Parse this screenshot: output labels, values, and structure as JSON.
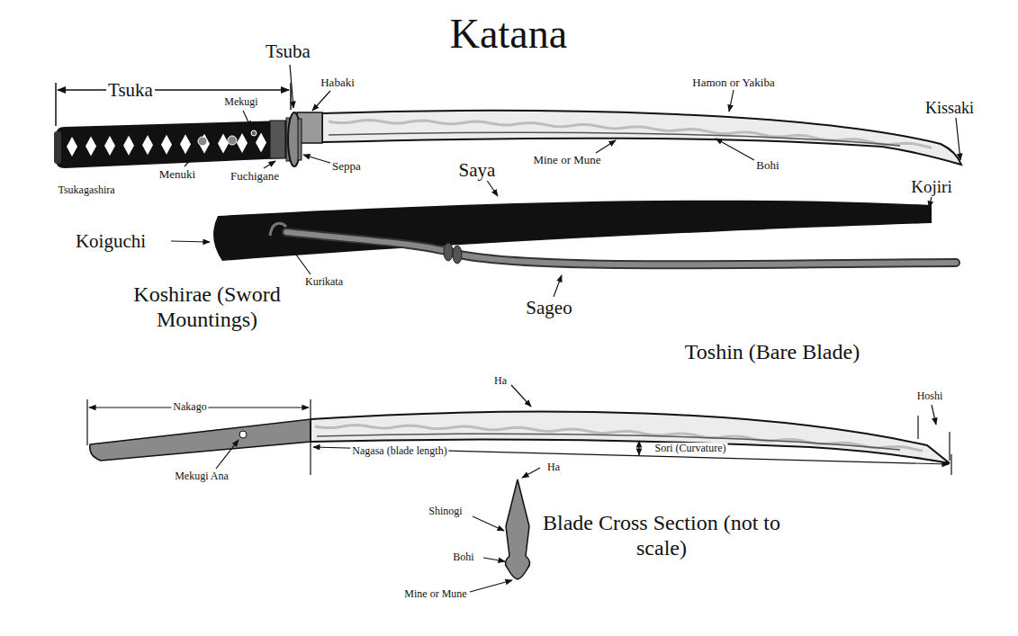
{
  "diagram": {
    "title": "Katana",
    "labels": [
      "Tsuka",
      "Tsuba",
      "Habaki",
      "Mekugi",
      "Hamon or Yakiba",
      "Kissaki",
      "Menuki",
      "Fuchigane",
      "Seppa",
      "Mine or Mune",
      "Bohi",
      "Tsukagashira",
      "Saya",
      "Kojiri",
      "Koiguchi",
      "Kurikata",
      "Sageo",
      "Koshirae (Sword Mountings)",
      "Toshin (Bare Blade)",
      "Ha",
      "Hoshi",
      "Nakago",
      "Mekugi Ana",
      "Nagasa (blade length)",
      "Sori (Curvature)",
      "Ha",
      "Shinogi",
      "Blade Cross Section (not to scale)",
      "Bohi",
      "Mine or Mune"
    ]
  }
}
